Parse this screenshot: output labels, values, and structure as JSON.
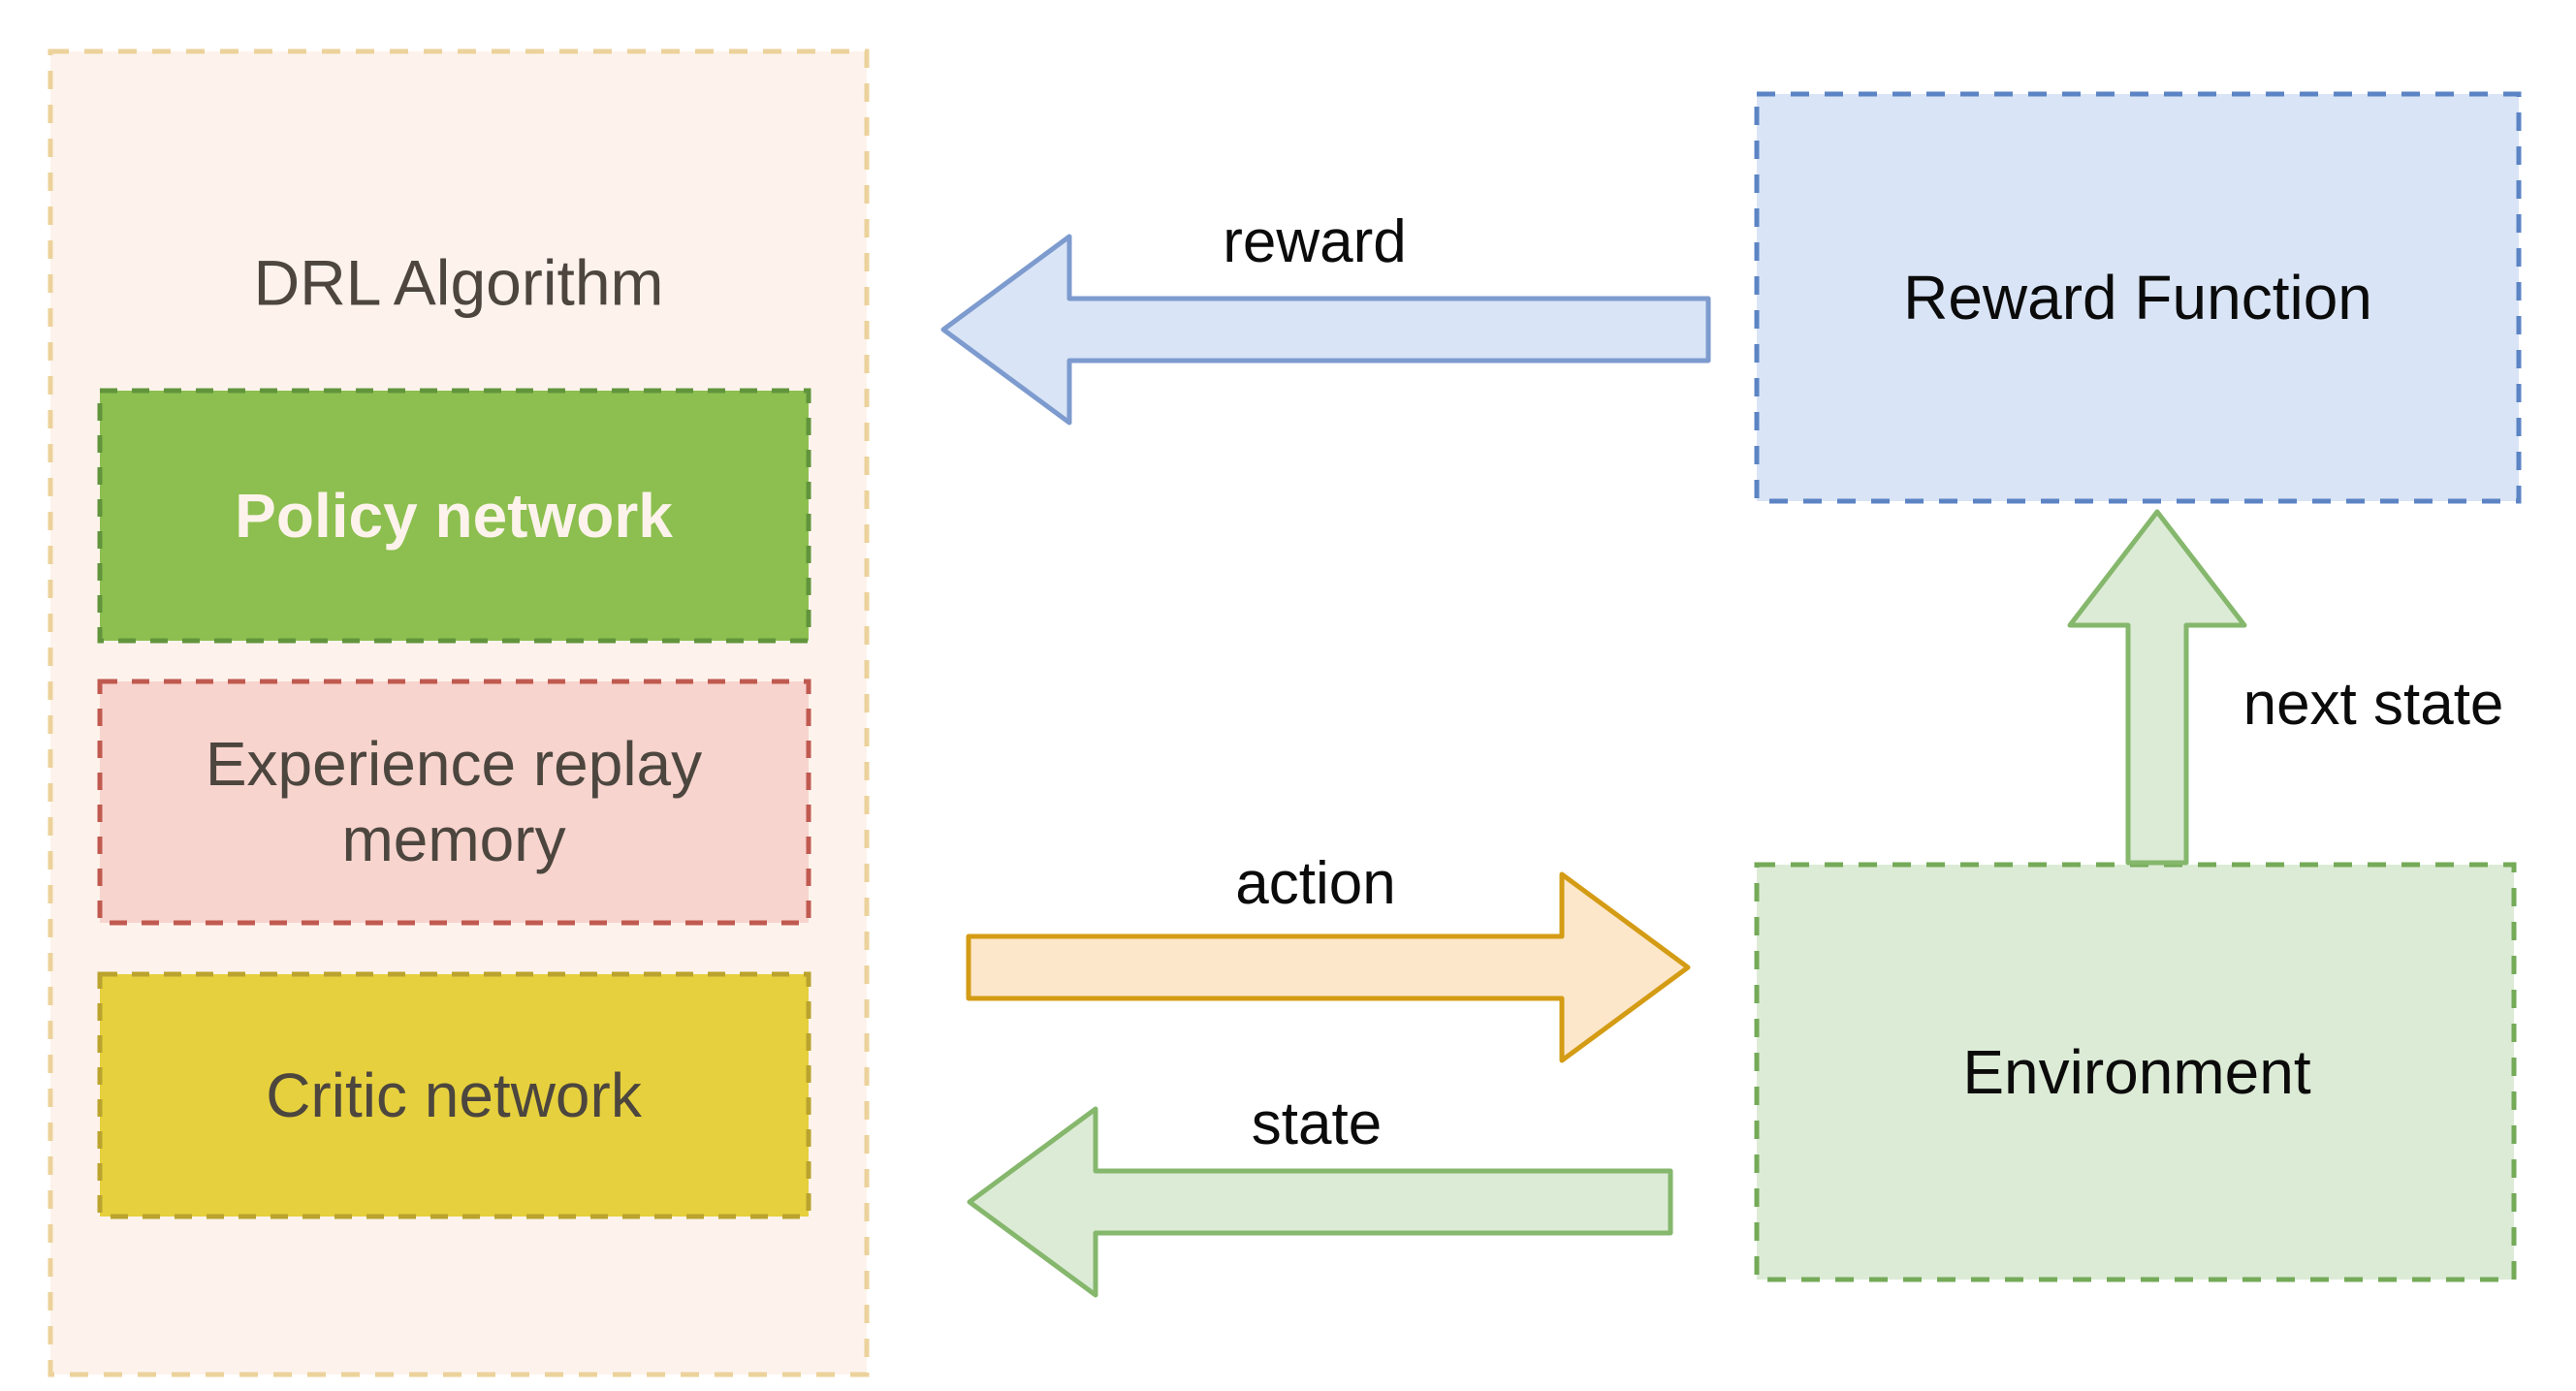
{
  "diagram": {
    "background": "#ffffff",
    "drl_group": {
      "title": "DRL Algorithm",
      "title_color": "#4c463f",
      "fill": "#fdf3ec",
      "border_color": "#ecd29b"
    },
    "nodes": {
      "policy": {
        "label": "Policy network",
        "fill": "#8cbf4f",
        "border_color": "#61943c",
        "text_color": "#fdf3ec"
      },
      "experience": {
        "label": "Experience replay memory",
        "fill": "#f7d4cd",
        "border_color": "#c05a50",
        "text_color": "#4c463f"
      },
      "critic": {
        "label": "Critic network",
        "fill": "#e6d03d",
        "border_color": "#baa32e",
        "text_color": "#4c463f"
      },
      "reward_function": {
        "label": "Reward Function",
        "fill": "#d9e4f6",
        "border_color": "#5c84c4",
        "text_color": "#0b0b0b"
      },
      "environment": {
        "label": "Environment",
        "fill": "#dcebd6",
        "border_color": "#74aa58",
        "text_color": "#0b0b0b"
      }
    },
    "arrows": {
      "reward": {
        "label": "reward",
        "direction": "left",
        "from": "Reward Function",
        "to": "DRL Algorithm",
        "fill": "#d9e4f6",
        "stroke": "#7d9bce"
      },
      "action": {
        "label": "action",
        "direction": "right",
        "from": "DRL Algorithm",
        "to": "Environment",
        "fill": "#fde7cb",
        "stroke": "#d49c15"
      },
      "state": {
        "label": "state",
        "direction": "left",
        "from": "Environment",
        "to": "DRL Algorithm",
        "fill": "#dcebd6",
        "stroke": "#85b76c"
      },
      "next_state": {
        "label": "next state",
        "direction": "up",
        "from": "Environment",
        "to": "Reward Function",
        "fill": "#dcebd6",
        "stroke": "#85b76c"
      }
    }
  }
}
